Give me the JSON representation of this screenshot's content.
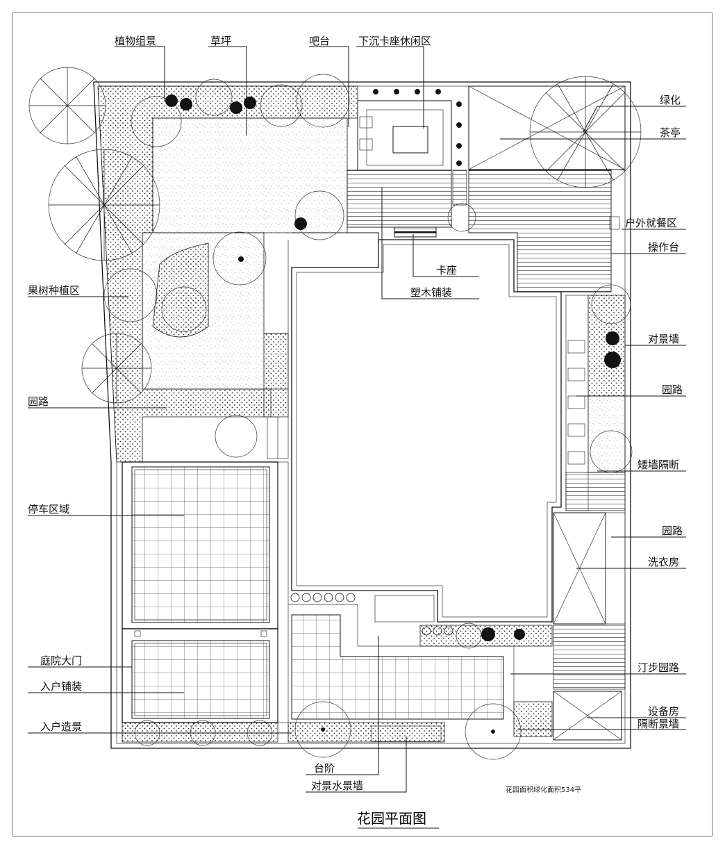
{
  "title": "花园平面图",
  "area_note": "花园面积绿化面积534平",
  "labels": {
    "plant_group": "植物组景",
    "lawn": "草坪",
    "bar": "吧台",
    "sunken_seating": "下沉卡座休闲区",
    "greening": "绿化",
    "tea_pavilion": "茶亭",
    "outdoor_dining": "户外就餐区",
    "counter": "操作台",
    "booth": "卡座",
    "wpc_paving": "塑木铺装",
    "fruit_trees": "果树种植区",
    "view_wall_right": "对景墙",
    "path_right_1": "园路",
    "path_left": "园路",
    "low_wall": "矮墙隔断",
    "parking": "停车区域",
    "path_right_2": "园路",
    "laundry": "洗衣房",
    "gate": "庭院大门",
    "stepping_path": "汀步园路",
    "entry_paving": "入户铺装",
    "equipment_room": "设备房",
    "entry_landscape": "入户造景",
    "partition_wall": "隔断景墙",
    "steps": "台阶",
    "water_wall": "对景水景墙"
  }
}
